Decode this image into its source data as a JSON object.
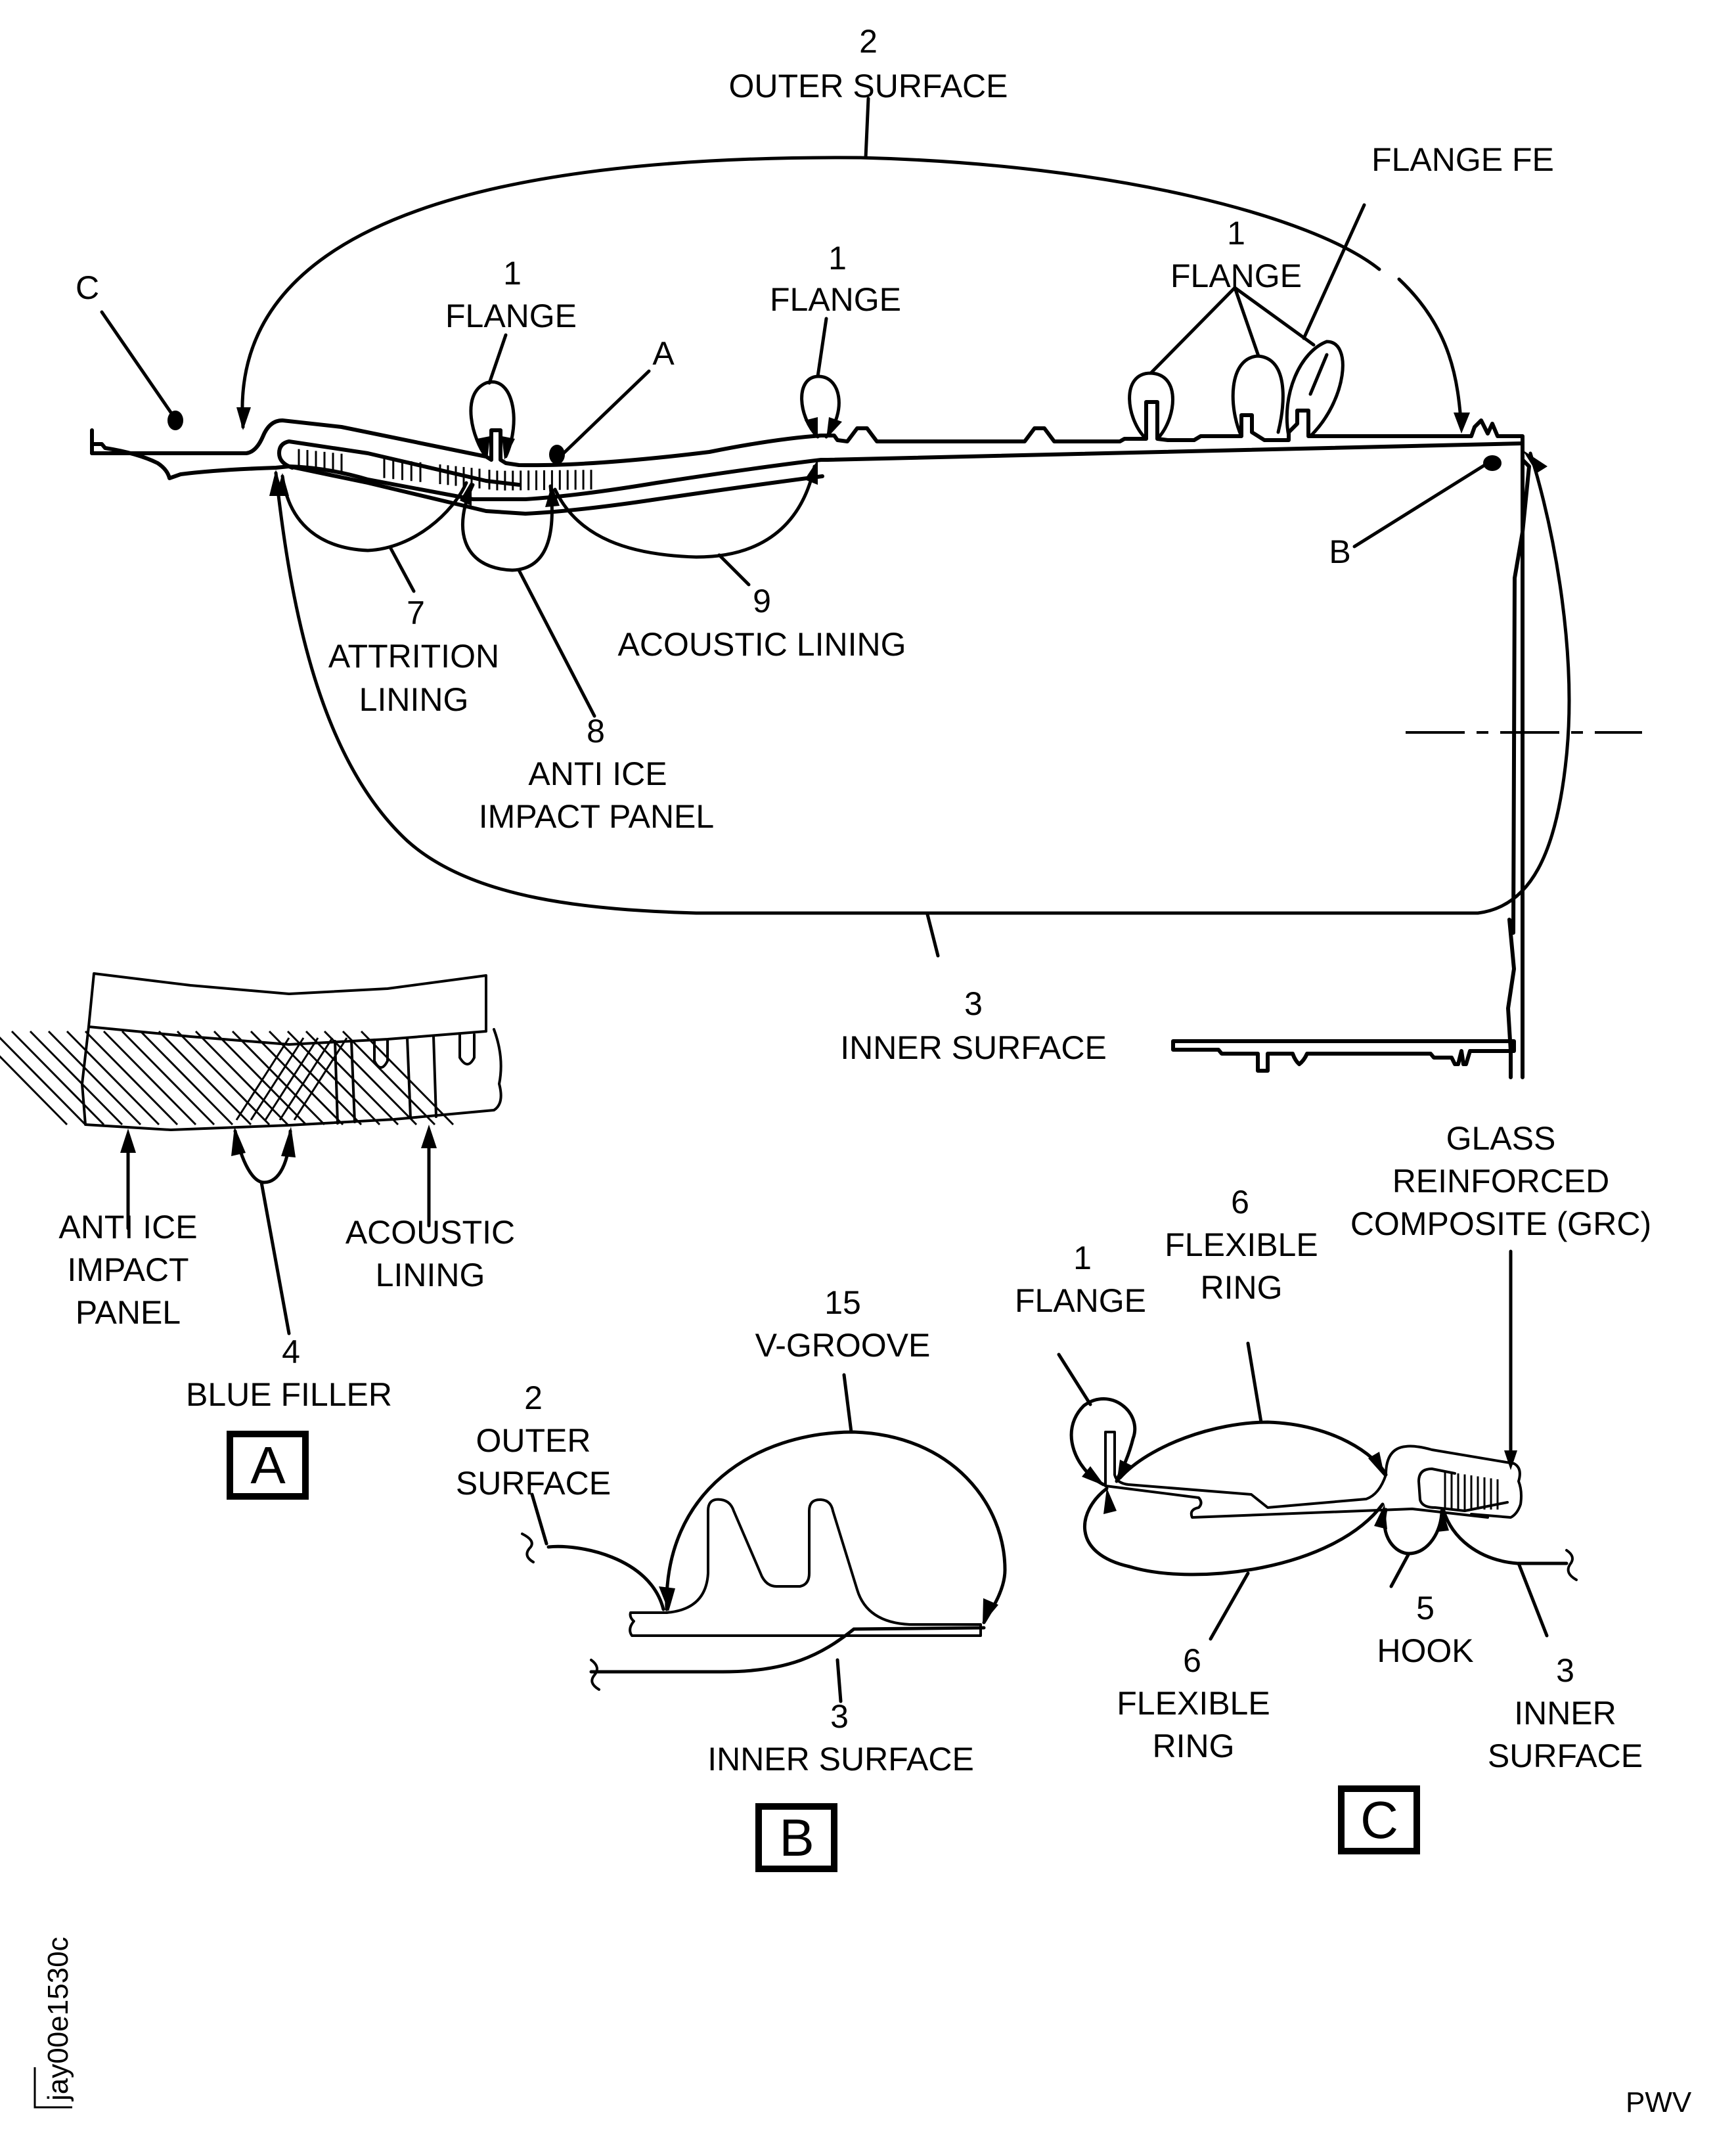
{
  "drawing": {
    "main_view": {
      "callouts": {
        "outer_surface": {
          "num": "2",
          "text": "OUTER SURFACE"
        },
        "inner_surface": {
          "num": "3",
          "text": "INNER SURFACE"
        },
        "flange_left": {
          "num": "1",
          "text": "FLANGE"
        },
        "flange_mid": {
          "num": "1",
          "text": "FLANGE"
        },
        "flange_right": {
          "num": "1",
          "text": "FLANGE"
        },
        "flange_fe": {
          "text": "FLANGE FE"
        },
        "attrition_lining": {
          "num": "7",
          "line1": "ATTRITION",
          "line2": "LINING"
        },
        "anti_ice_panel": {
          "num": "8",
          "line1": "ANTI ICE",
          "line2": "IMPACT PANEL"
        },
        "acoustic_lining": {
          "num": "9",
          "text": "ACOUSTIC LINING"
        }
      },
      "detail_refs": {
        "a": "A",
        "b": "B",
        "c": "C"
      }
    },
    "detail_a": {
      "title": "A",
      "anti_ice": {
        "line1": "ANTI ICE",
        "line2": "IMPACT",
        "line3": "PANEL"
      },
      "acoustic": {
        "line1": "ACOUSTIC",
        "line2": "LINING"
      },
      "blue_filler": {
        "num": "4",
        "text": "BLUE FILLER"
      }
    },
    "detail_b": {
      "title": "B",
      "v_groove": {
        "num": "15",
        "text": "V-GROOVE"
      },
      "outer_surface": {
        "num": "2",
        "line1": "OUTER",
        "line2": "SURFACE"
      },
      "inner_surface": {
        "num": "3",
        "text": "INNER SURFACE"
      }
    },
    "detail_c": {
      "title": "C",
      "flange": {
        "num": "1",
        "text": "FLANGE"
      },
      "flex_ring_top": {
        "num": "6",
        "line1": "FLEXIBLE",
        "line2": "RING"
      },
      "flex_ring_bottom": {
        "num": "6",
        "line1": "FLEXIBLE",
        "line2": "RING"
      },
      "grc": {
        "line1": "GLASS",
        "line2": "REINFORCED",
        "line3": "COMPOSITE (GRC)"
      },
      "hook": {
        "num": "5",
        "text": "HOOK"
      },
      "inner_surface": {
        "num": "3",
        "line1": "INNER",
        "line2": "SURFACE"
      }
    },
    "figure_code": "jay00e1530c",
    "footer_mark": "PWV"
  }
}
